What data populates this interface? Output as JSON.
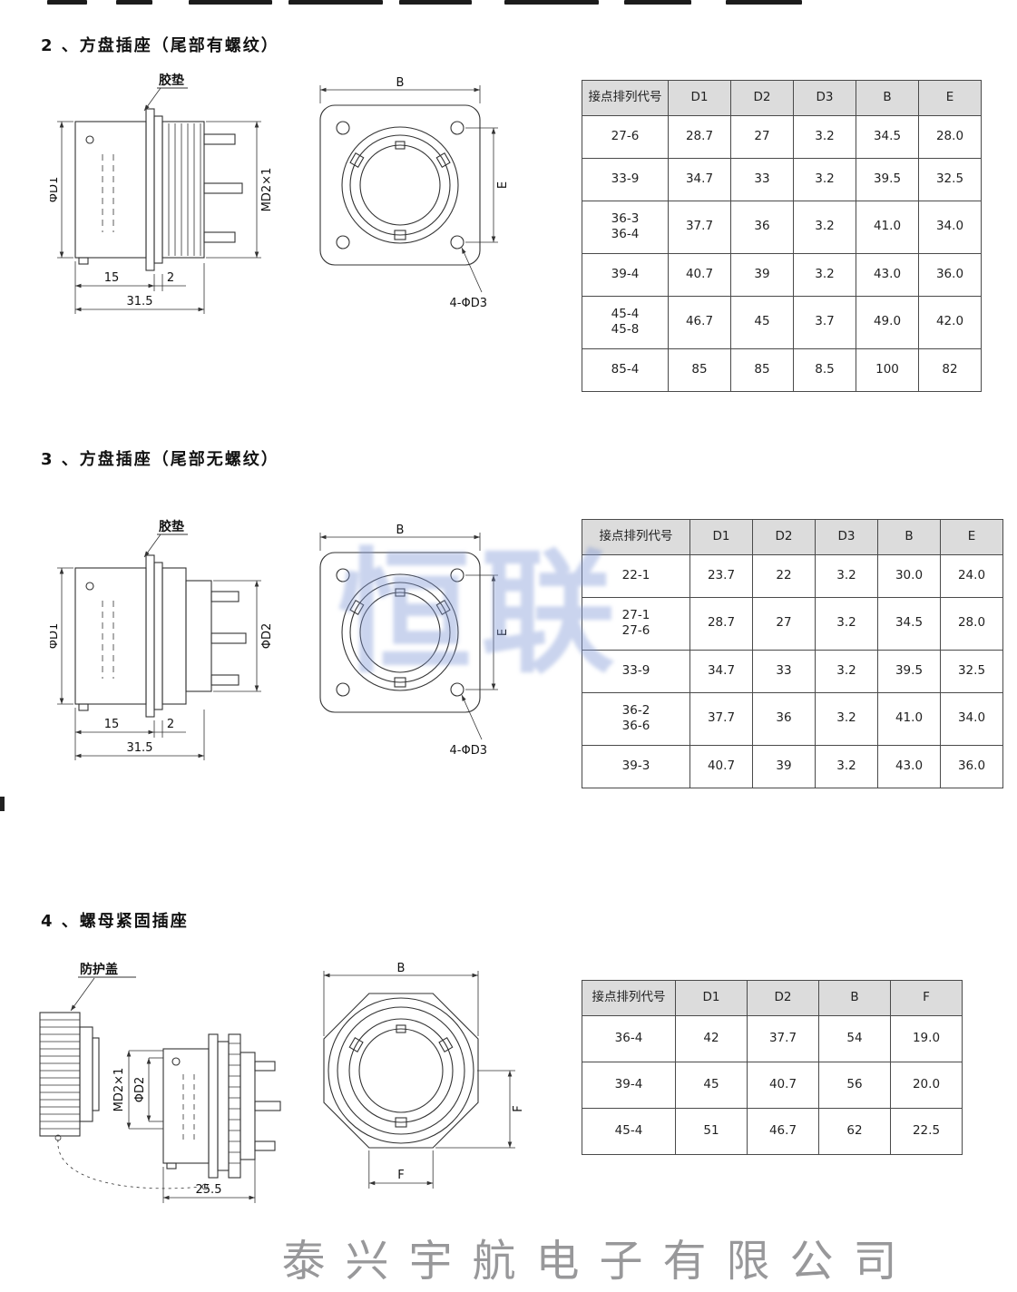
{
  "page": {
    "watermark": "恒联",
    "footer": "泰兴宇航电子有限公司"
  },
  "section2": {
    "title": "2 、方盘插座（尾部有螺纹）",
    "labels": {
      "pad": "胶垫",
      "d1": "ΦD1",
      "md2": "MD2×1",
      "dim15": "15",
      "dim2": "2",
      "dim315": "31.5",
      "b": "B",
      "e": "E",
      "holes": "4-ΦD3"
    },
    "table": {
      "headers": [
        "接点排列代号",
        "D1",
        "D2",
        "D3",
        "B",
        "E"
      ],
      "rows": [
        [
          "27-6",
          "28.7",
          "27",
          "3.2",
          "34.5",
          "28.0"
        ],
        [
          "33-9",
          "34.7",
          "33",
          "3.2",
          "39.5",
          "32.5"
        ],
        [
          "36-3\n36-4",
          "37.7",
          "36",
          "3.2",
          "41.0",
          "34.0"
        ],
        [
          "39-4",
          "40.7",
          "39",
          "3.2",
          "43.0",
          "36.0"
        ],
        [
          "45-4\n45-8",
          "46.7",
          "45",
          "3.7",
          "49.0",
          "42.0"
        ],
        [
          "85-4",
          "85",
          "85",
          "8.5",
          "100",
          "82"
        ]
      ]
    }
  },
  "section3": {
    "title": "3 、方盘插座（尾部无螺纹）",
    "labels": {
      "pad": "胶垫",
      "d1": "ΦD1",
      "d2": "ΦD2",
      "dim15": "15",
      "dim2": "2",
      "dim315": "31.5",
      "b": "B",
      "e": "E",
      "holes": "4-ΦD3"
    },
    "table": {
      "headers": [
        "接点排列代号",
        "D1",
        "D2",
        "D3",
        "B",
        "E"
      ],
      "rows": [
        [
          "22-1",
          "23.7",
          "22",
          "3.2",
          "30.0",
          "24.0"
        ],
        [
          "27-1\n27-6",
          "28.7",
          "27",
          "3.2",
          "34.5",
          "28.0"
        ],
        [
          "33-9",
          "34.7",
          "33",
          "3.2",
          "39.5",
          "32.5"
        ],
        [
          "36-2\n36-6",
          "37.7",
          "36",
          "3.2",
          "41.0",
          "34.0"
        ],
        [
          "39-3",
          "40.7",
          "39",
          "3.2",
          "43.0",
          "36.0"
        ]
      ]
    }
  },
  "section4": {
    "title": "4 、螺母紧固插座",
    "labels": {
      "cover": "防护盖",
      "md2": "MD2×1",
      "d2": "ΦD2",
      "dim255": "25.5",
      "b": "B",
      "f": "F"
    },
    "table": {
      "headers": [
        "接点排列代号",
        "D1",
        "D2",
        "B",
        "F"
      ],
      "rows": [
        [
          "36-4",
          "42",
          "37.7",
          "54",
          "19.0"
        ],
        [
          "39-4",
          "45",
          "40.7",
          "56",
          "20.0"
        ],
        [
          "45-4",
          "51",
          "46.7",
          "62",
          "22.5"
        ]
      ]
    }
  }
}
